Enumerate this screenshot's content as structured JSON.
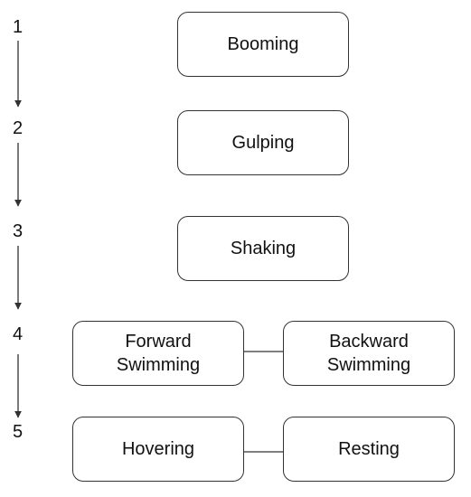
{
  "steps": [
    {
      "number": "1",
      "nodes": [
        {
          "label": "Booming"
        }
      ]
    },
    {
      "number": "2",
      "nodes": [
        {
          "label": "Gulping"
        }
      ]
    },
    {
      "number": "3",
      "nodes": [
        {
          "label": "Shaking"
        }
      ]
    },
    {
      "number": "4",
      "nodes": [
        {
          "label": "Forward\nSwimming"
        },
        {
          "label": "Backward\nSwimming"
        }
      ]
    },
    {
      "number": "5",
      "nodes": [
        {
          "label": "Hovering"
        },
        {
          "label": "Resting"
        }
      ]
    }
  ],
  "colors": {
    "line": "#333333",
    "text": "#111111",
    "background": "#ffffff"
  }
}
